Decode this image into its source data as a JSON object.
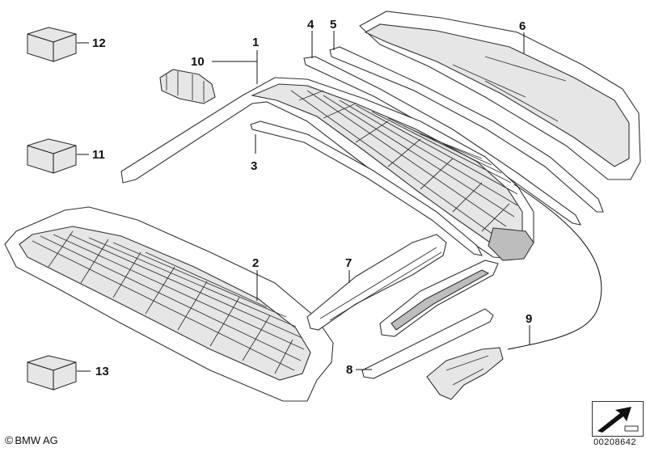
{
  "diagram": {
    "callouts": {
      "c1": "1",
      "c2": "2",
      "c3": "3",
      "c4": "4",
      "c5": "5",
      "c6": "6",
      "c7": "7",
      "c8": "8",
      "c9": "9",
      "c10": "10",
      "c11": "11",
      "c12": "12",
      "c13": "13"
    },
    "copyright": "BMW AG",
    "copyright_symbol": "©",
    "document_number": "00208642"
  }
}
